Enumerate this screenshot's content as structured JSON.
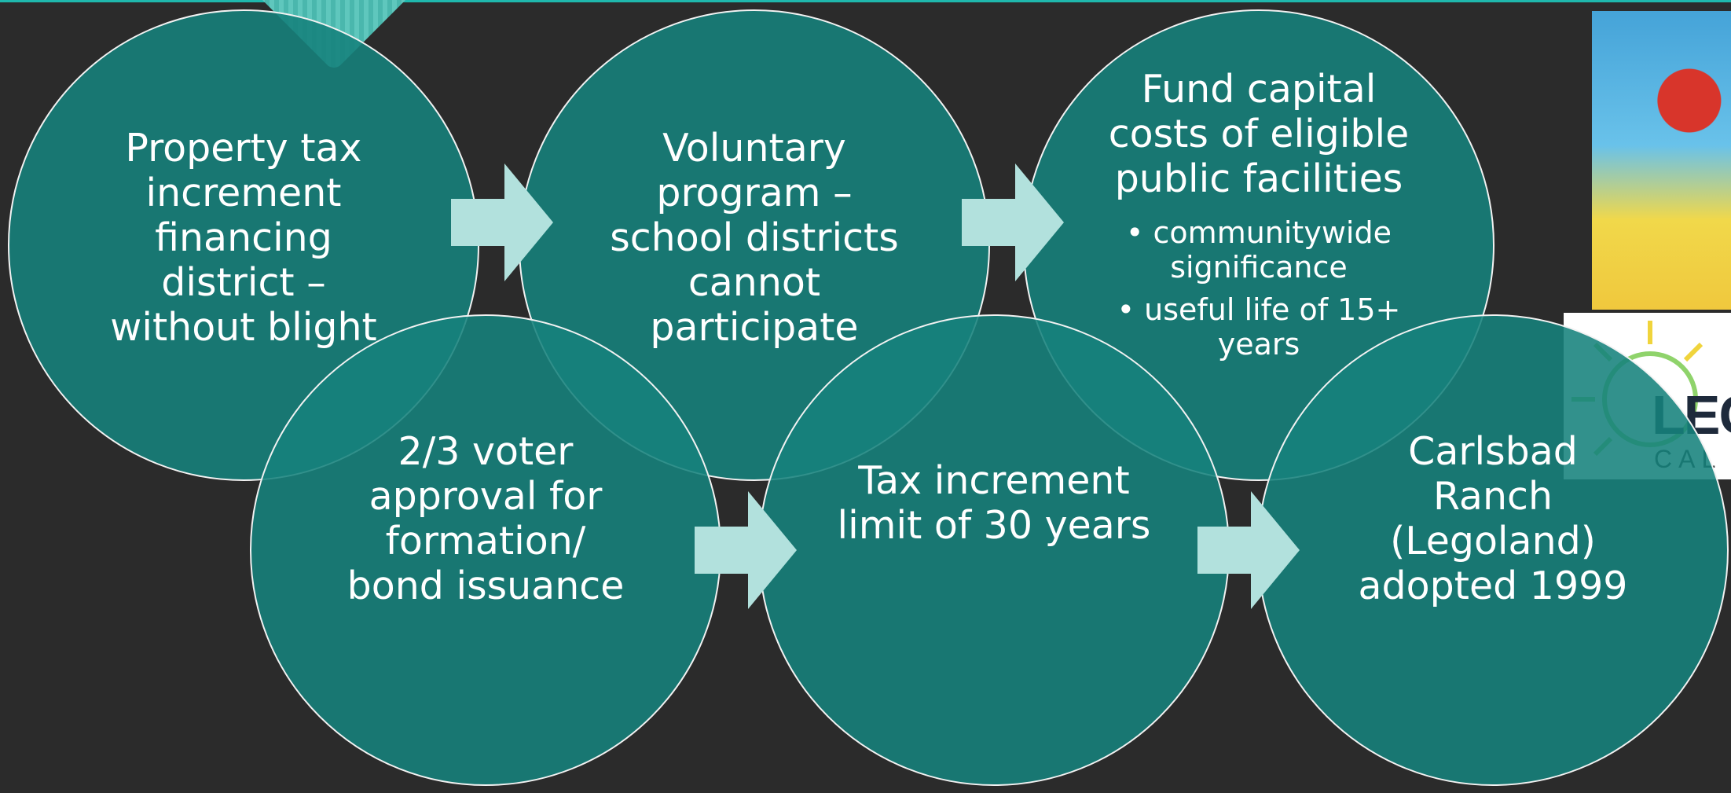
{
  "diagram": {
    "steps": [
      {
        "text": "Property tax\nincrement\nfinancing\ndistrict –\nwithout blight"
      },
      {
        "text": "Voluntary\nprogram –\nschool districts\ncannot\nparticipate"
      },
      {
        "text": "Fund capital\ncosts of eligible\npublic facilities",
        "bullets": [
          "communitywide\nsignificance",
          "useful life of 15+\nyears"
        ]
      },
      {
        "text": "2/3 voter\napproval for\nformation/\nbond issuance"
      },
      {
        "text": "Tax increment\nlimit of 30 years"
      },
      {
        "text": "Carlsbad\nRanch\n(Legoland)\nadopted 1999"
      }
    ],
    "colors": {
      "circle_fill": "#16827c",
      "circle_border": "#f2f2f2",
      "arrow": "#b2e1dd",
      "background": "#2b2b2b"
    }
  },
  "images": {
    "logo": {
      "text": "LEG",
      "subtext": "CAL"
    }
  }
}
